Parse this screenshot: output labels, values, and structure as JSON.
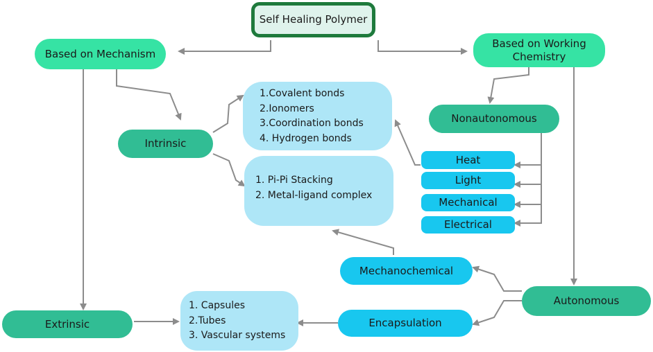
{
  "diagram": {
    "root": "Self Healing Polymer",
    "mechanism": "Based on Mechanism",
    "chemistry": "Based on Working Chemistry",
    "intrinsic": "Intrinsic",
    "extrinsic": "Extrinsic",
    "nonautonomous": "Nonautonomous",
    "autonomous": "Autonomous",
    "mechanochemical": "Mechanochemical",
    "encapsulation": "Encapsulation",
    "stimuli": [
      "Heat",
      "Light",
      "Mechanical",
      "Electrical"
    ],
    "bonds_list": [
      "1.Covalent bonds",
      "2.Ionomers",
      "3.Coordination bonds",
      "4. Hydrogen bonds"
    ],
    "interactions_list": [
      "1. Pi-Pi Stacking",
      "2. Metal-ligand complex"
    ],
    "containers_list": [
      "1. Capsules",
      "2.Tubes",
      "3. Vascular systems"
    ]
  },
  "colors": {
    "root_border": "#1e7a3c",
    "root_fill": "#dff3ec",
    "mint": "#36e3a4",
    "teal": "#31bd94",
    "cyan": "#18c7ef",
    "pale_blue": "#aee6f7",
    "arrow": "#8c8c8c"
  }
}
